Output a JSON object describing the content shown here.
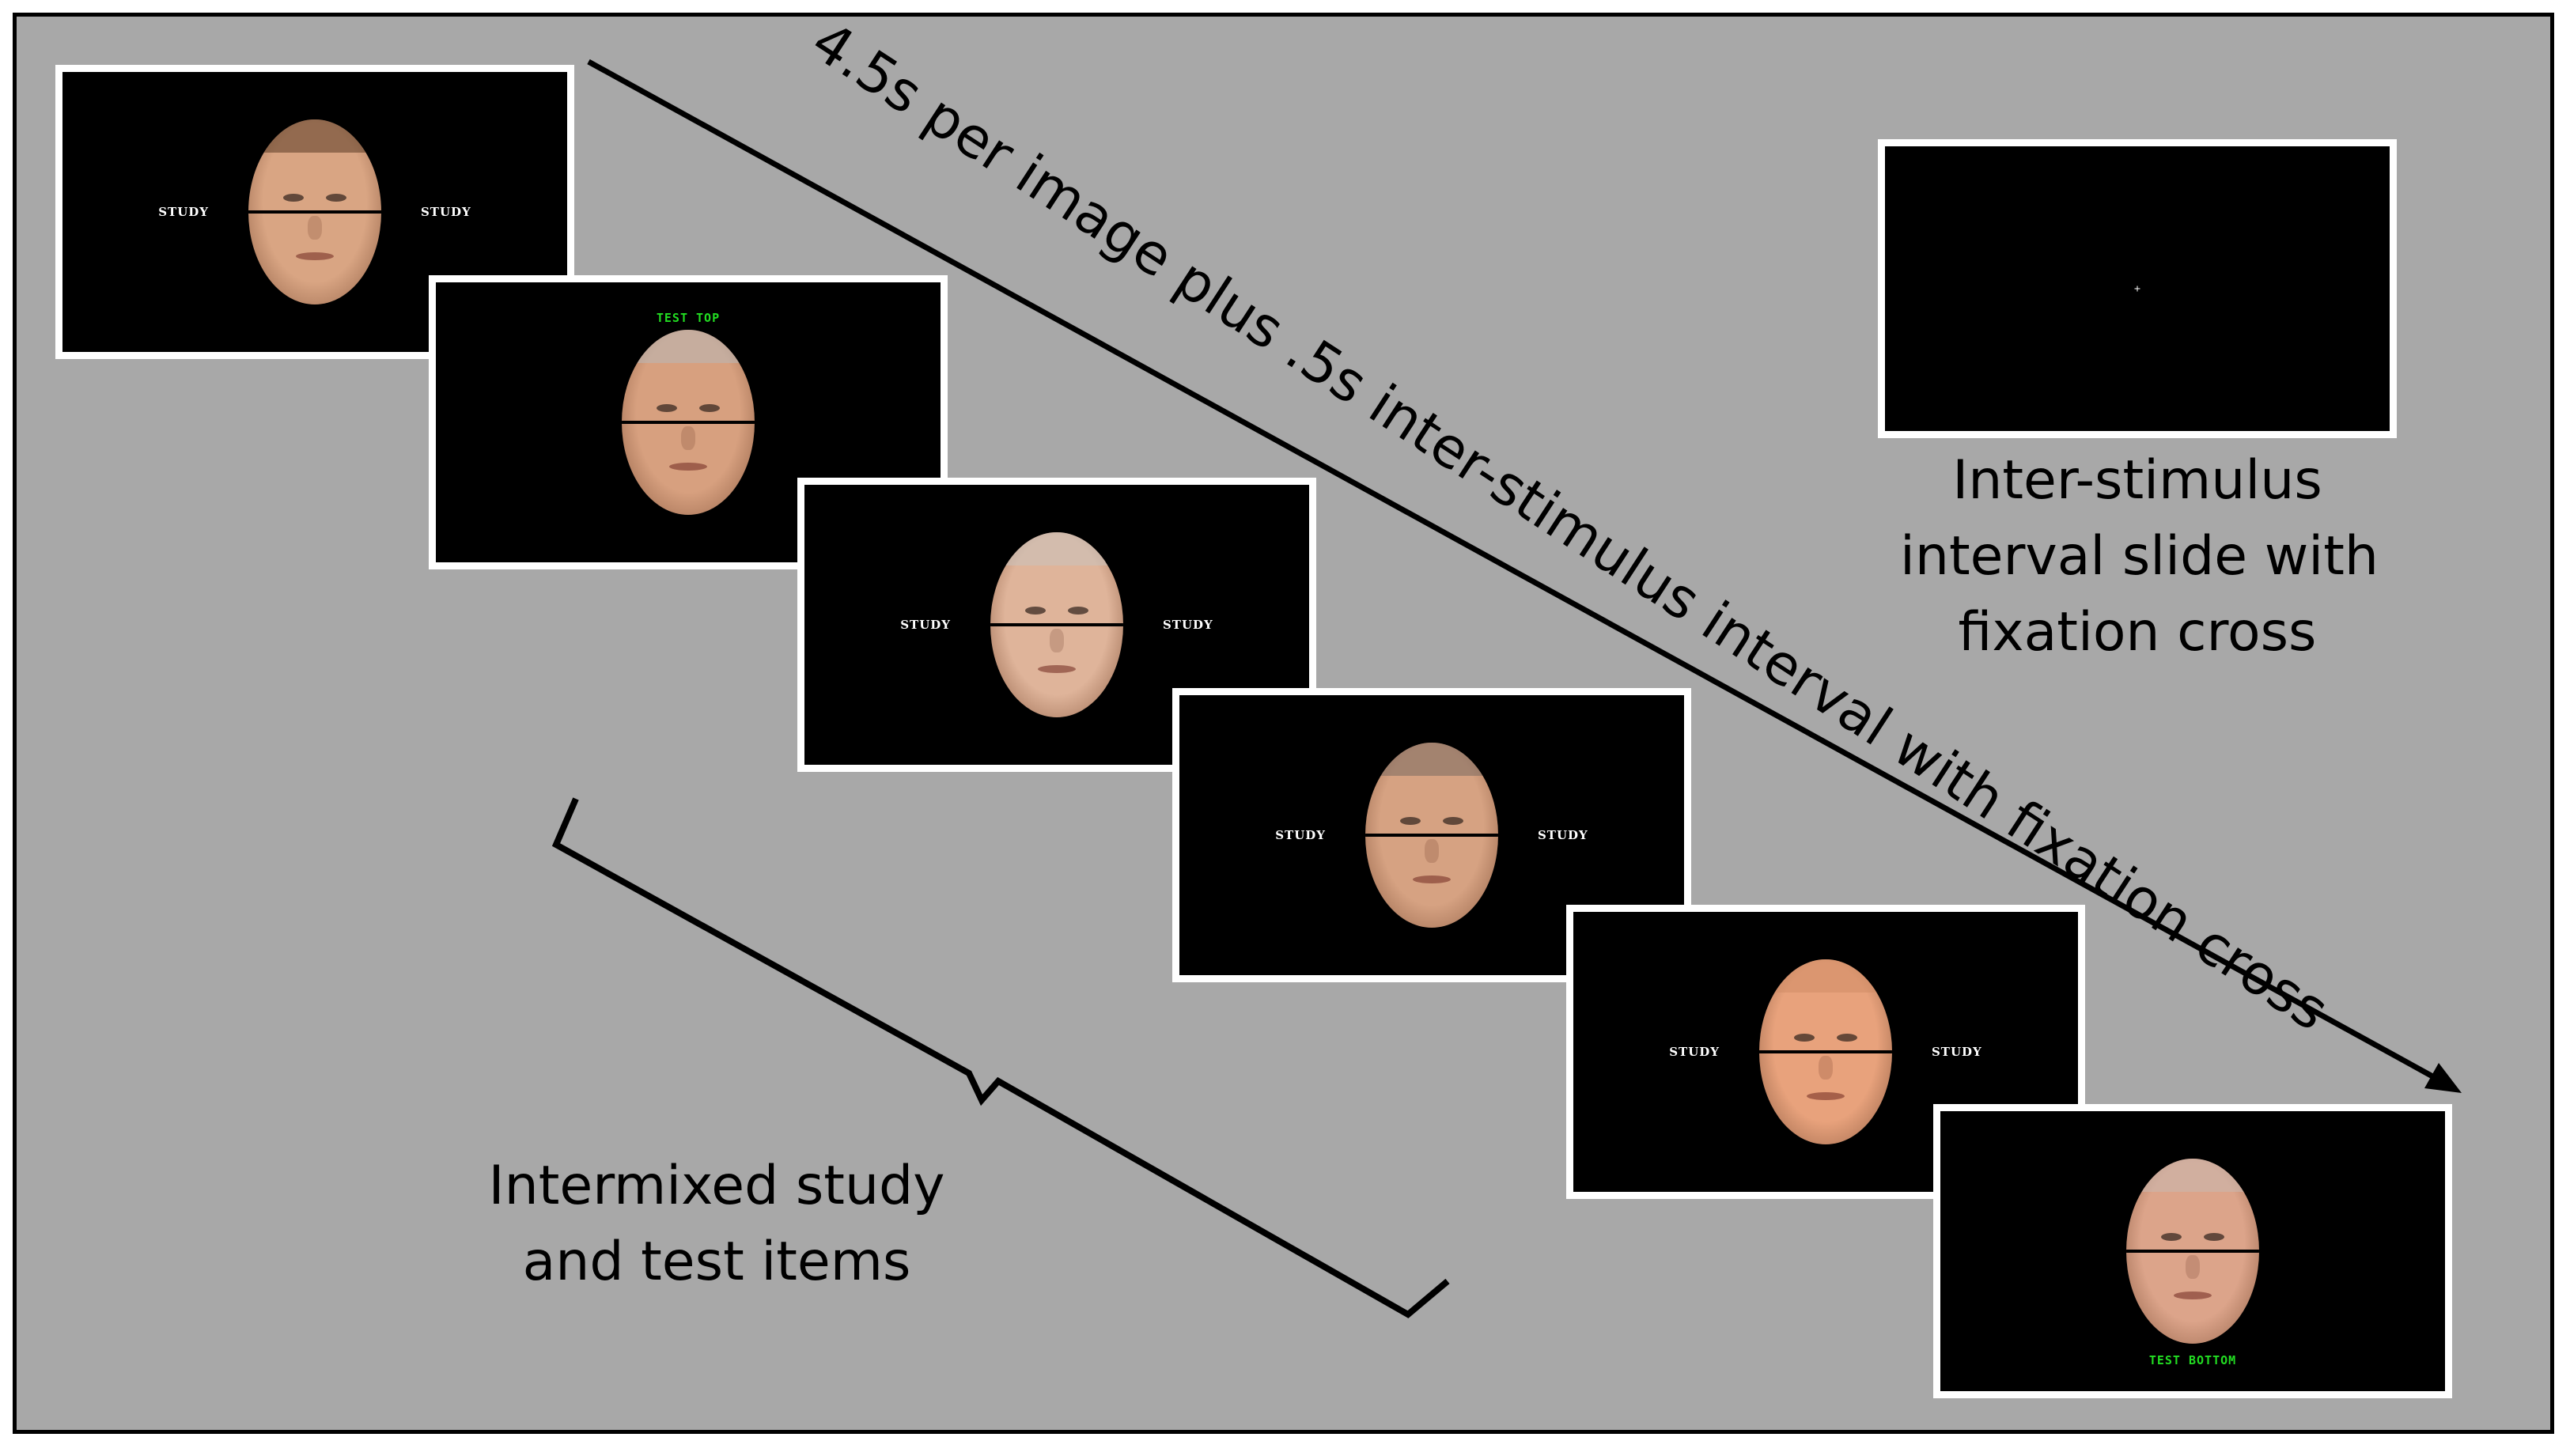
{
  "slides": [
    {
      "left_label": "STUDY",
      "right_label": "STUDY",
      "caption": "",
      "label_color": "#ffffff",
      "skin": "#d9a583",
      "hair": "#5a3a24"
    },
    {
      "left_label": "",
      "right_label": "",
      "caption": "TEST TOP",
      "label_color": "#22dd22",
      "skin": "#d7a07f",
      "hair": "#b8b8b8"
    },
    {
      "left_label": "STUDY",
      "right_label": "STUDY",
      "caption": "",
      "label_color": "#ffffff",
      "skin": "#dfb49a",
      "hair": "#c9c3bd"
    },
    {
      "left_label": "STUDY",
      "right_label": "STUDY",
      "caption": "",
      "label_color": "#ffffff",
      "skin": "#d6a282",
      "hair": "#7a6a60"
    },
    {
      "left_label": "STUDY",
      "right_label": "STUDY",
      "caption": "",
      "label_color": "#ffffff",
      "skin": "#e8a27c",
      "hair": "#d08c66"
    },
    {
      "left_label": "",
      "right_label": "",
      "caption": "TEST BOTTOM",
      "label_color": "#22dd22",
      "skin": "#dca48a",
      "hair": "#c8b8b0"
    }
  ],
  "timing_label": "4.5s per image plus .5s inter-stimulus interval with fixation cross",
  "isi": {
    "lines": [
      "Inter-stimulus",
      "interval slide with",
      "fixation cross"
    ]
  },
  "intermixed": {
    "lines": [
      "Intermixed study",
      "and test items"
    ]
  },
  "colors": {
    "background": "#a8a8a8",
    "slide": "#000000",
    "slide_border": "#ffffff",
    "test_text": "#22dd22"
  }
}
